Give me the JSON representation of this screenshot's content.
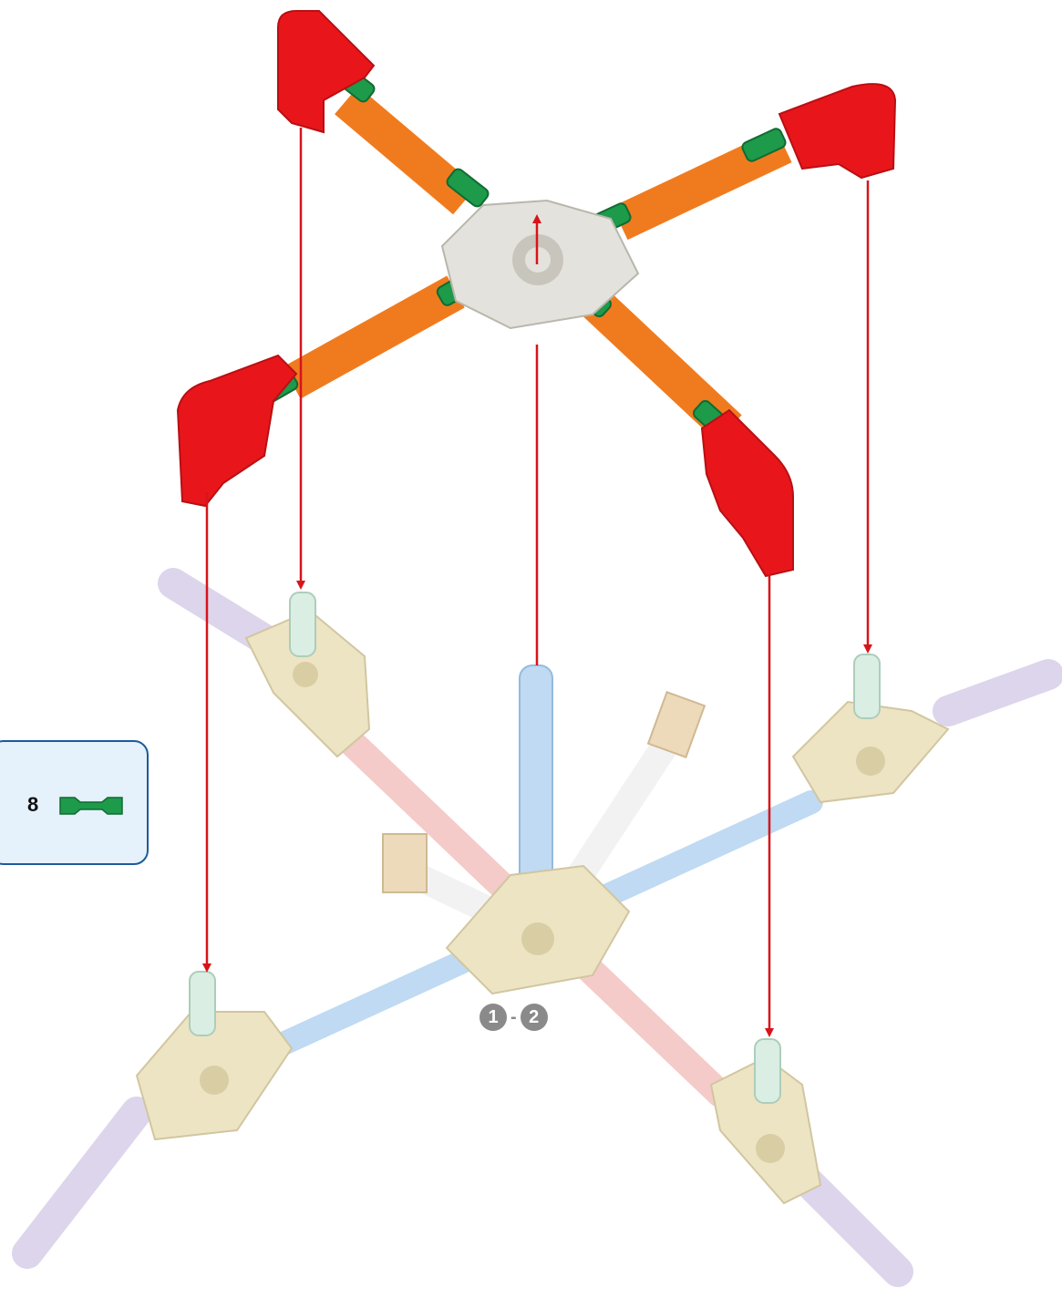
{
  "parts_callout": {
    "count": "8",
    "part_icon": "green-connector-icon"
  },
  "step_reference": {
    "from": "1",
    "separator": "-",
    "to": "2"
  },
  "colors": {
    "red_clip": "#e8161b",
    "orange_rod": "#f07b1e",
    "green_connector": "#1d9a4a",
    "white_hub": "#e4e2dc",
    "arrow": "#d7141a",
    "callout_border": "#1d5a9c",
    "callout_fill": "#e5f1fb",
    "ghost_pink": "#f4c9c6",
    "ghost_blue": "#bcd9f2",
    "ghost_purple": "#dcd3ea",
    "ghost_tan": "#ede3c1",
    "step_badge": "#8a8a8a"
  }
}
